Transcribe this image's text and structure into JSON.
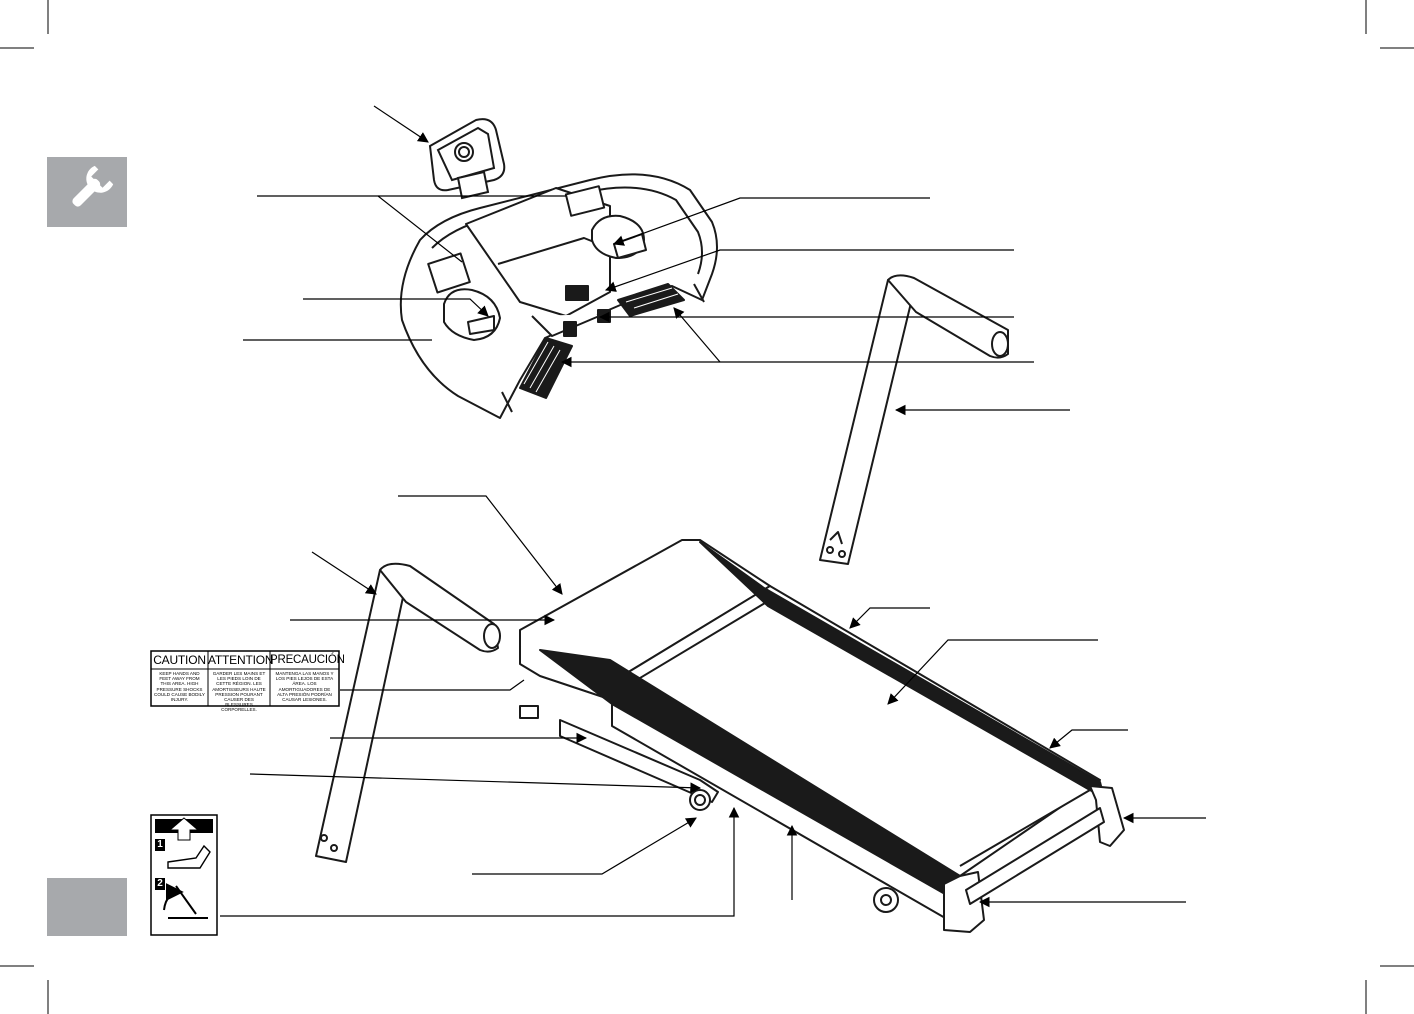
{
  "caution_label": {
    "headings": [
      "CAUTION",
      "ATTENTION",
      "PRECAUCIÓN"
    ],
    "texts": [
      "KEEP HANDS AND FEET AWAY FROM THIS AREA. HIGH PRESSURE SHOCKS COULD CAUSE BODILY INJURY.",
      "GARDER LES MAINS ET LES PIEDS LOIN DE CETTE RÉGION. LES AMORTISSEURS HAUTE PRESSION POURANT CAUSER DES BLESSURES CORPORELLES.",
      "MANTENGA LAS MANOS Y LOS PIES LEJOS DE ESTA ÁREA. LOS AMORTIGUADORES DE ALTA PRESIÓN PODRÍAN CAUSAR LESIONES."
    ]
  },
  "fold_label": {
    "steps": [
      "1",
      "2"
    ]
  },
  "icons": {
    "section_tab": "wrench-icon"
  },
  "colors": {
    "tab_gray": "#a7a9ac",
    "line": "#1a1a1a"
  }
}
